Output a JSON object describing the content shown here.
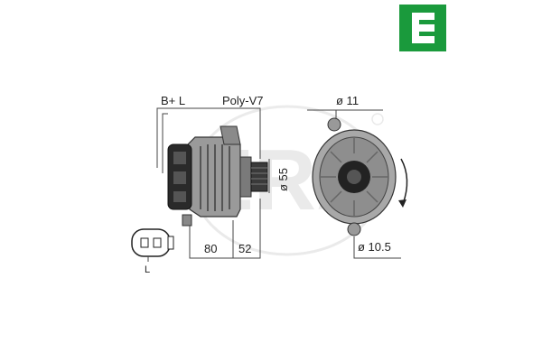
{
  "brand": {
    "logo_letter": "E",
    "accent_color": "#1a9a3c",
    "watermark_text": "ERA"
  },
  "labels": {
    "terminals": "B+ L",
    "belt": "Poly-V7",
    "mount_hole_top": "ø 11",
    "mount_hole_bottom": "ø 10.5",
    "pulley_diameter": "ø 55",
    "length_a": "80",
    "length_b": "52",
    "connector_pin": "L"
  }
}
